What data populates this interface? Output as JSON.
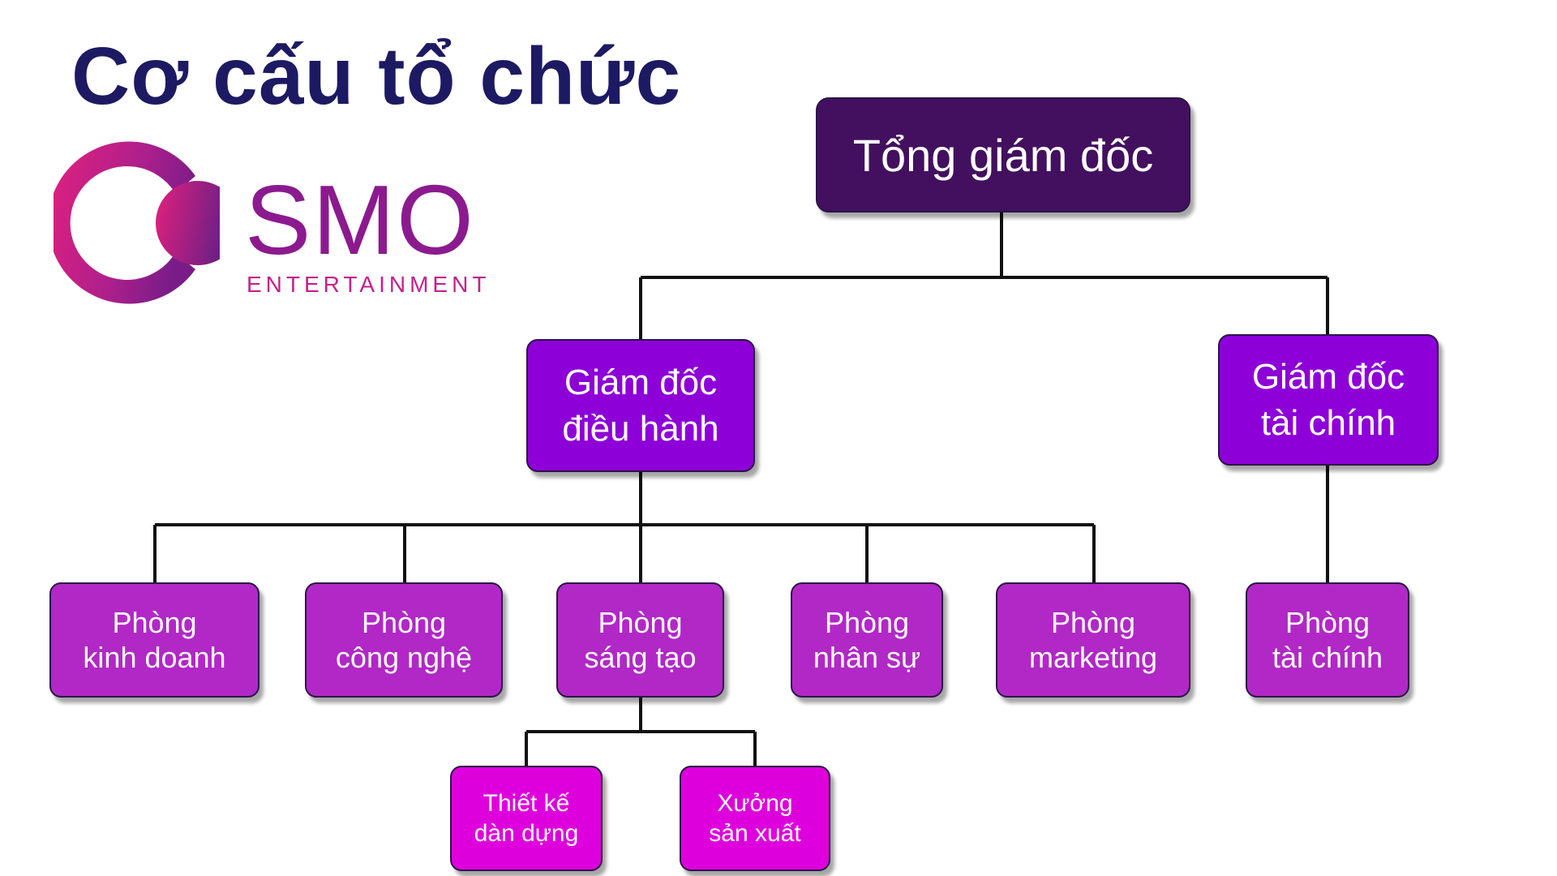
{
  "title": "Cơ cấu tổ chức",
  "logo": {
    "wordmark": "SMO",
    "tagline": "ENTERTAINMENT",
    "colors": {
      "pink": "#e2217d",
      "purple": "#8c1a8f",
      "dark_purple": "#5d1f86"
    }
  },
  "org_chart": {
    "ceo": "Tổng giám đốc",
    "executive_director": "Giám đốc\nđiều hành",
    "finance_director": "Giám đốc\ntài chính",
    "departments": {
      "sales": "Phòng\nkinh doanh",
      "technology": "Phòng\ncông nghệ",
      "creative": "Phòng\nsáng tạo",
      "hr": "Phòng\nnhân sự",
      "marketing": "Phòng\nmarketing",
      "finance": "Phòng\ntài chính"
    },
    "creative_units": {
      "stage_design": "Thiết kế\ndàn dựng",
      "production_workshop": "Xưởng\nsản xuất"
    }
  },
  "colors": {
    "title": "#1d1a63",
    "level0": "#42105f",
    "level1": "#8d00d8",
    "level2": "#b128c6",
    "level3": "#de00dc",
    "connector": "#111111"
  }
}
